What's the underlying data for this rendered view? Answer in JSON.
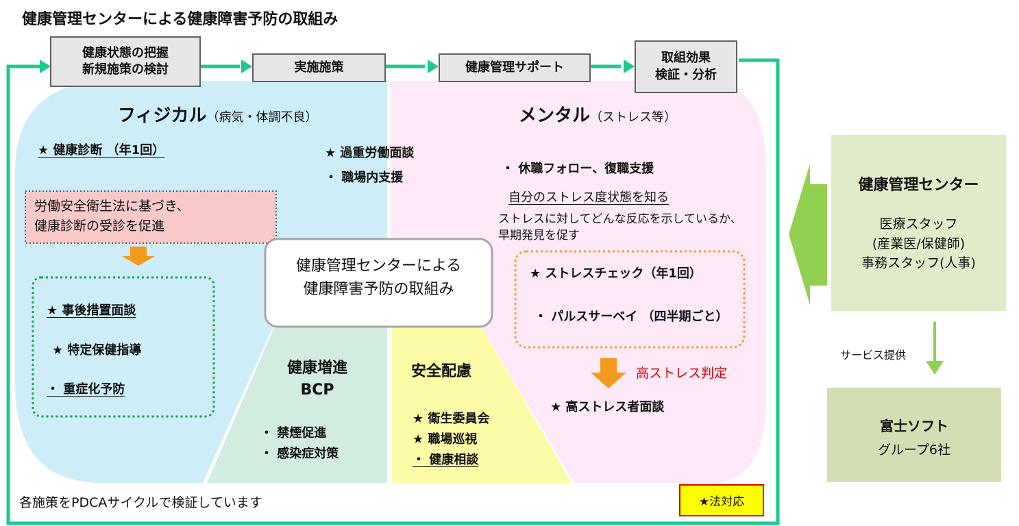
{
  "title": "健康管理センターによる健康障害予防の取組み",
  "steps": [
    "健康状態の把握\n新規施策の検討",
    "実施施策",
    "健康管理サポート",
    "取組効果\n検証・分析"
  ],
  "center_label": "健康管理センターによる\n健康障害予防の取組み",
  "physical": {
    "heading": "フィジカル",
    "heading_note": "（病気・体調不良）",
    "checkup": "★ 健康診断 （年1回）",
    "law_box": "労働安全衛生法に基づき、\n健康診断の受診を促進",
    "items": [
      "★ 事後措置面談",
      "★ 特定保健指導",
      "・ 重症化予防"
    ],
    "overwork": "★ 過重労働面談",
    "workplace_support": "・ 職場内支援"
  },
  "mental": {
    "heading": "メンタル",
    "heading_note": "（ストレス等）",
    "leave_support": "・ 休職フォロー、復職支援",
    "know_stress": "自分のストレス度状態を知る",
    "know_desc": "ストレスに対してどんな反応を示しているか、\n早期発見を促す",
    "stress_check": "★ ストレスチェック（年1回）",
    "pulse": "・ パルスサーベイ （四半期ごと）",
    "high_stress": "高ストレス判定",
    "high_stress_interview": "★ 高ストレス者面談"
  },
  "promotion": {
    "heading": "健康増進\nBCP",
    "items": [
      "・ 禁煙促進",
      "・ 感染症対策"
    ]
  },
  "safety": {
    "heading": "安全配慮",
    "items": [
      "★ 衛生委員会",
      "★ 職場巡視",
      "・ 健康相談"
    ]
  },
  "pdca_note": "各施策をPDCAサイクルで検証しています",
  "legend": "★法対応",
  "center_org": {
    "name": "健康管理センター",
    "staff": "医療スタッフ\n(産業医/保健師)\n事務スタッフ(人事)"
  },
  "service_label": "サービス提供",
  "group": {
    "name": "富士ソフト",
    "sub": "グループ6社"
  },
  "colors": {
    "cycle_green": "#1fc98c",
    "physical_blue": "#cdeef8",
    "mental_pink": "#fde9f8",
    "promotion_green": "#d2ecdf",
    "safety_yellow": "#fcfca6",
    "law_box_pink": "#f9c9c9",
    "orange": "#f39a1e",
    "dotted_green": "#14a34a",
    "dotted_orange": "#f39a1e",
    "org_green": "#e0ebc9",
    "group_green": "#d3dfb3",
    "arrow_green": "#92d050",
    "legend_yellow": "#ffff00",
    "legend_red": "#e00000",
    "high_stress_red": "#e00000"
  }
}
